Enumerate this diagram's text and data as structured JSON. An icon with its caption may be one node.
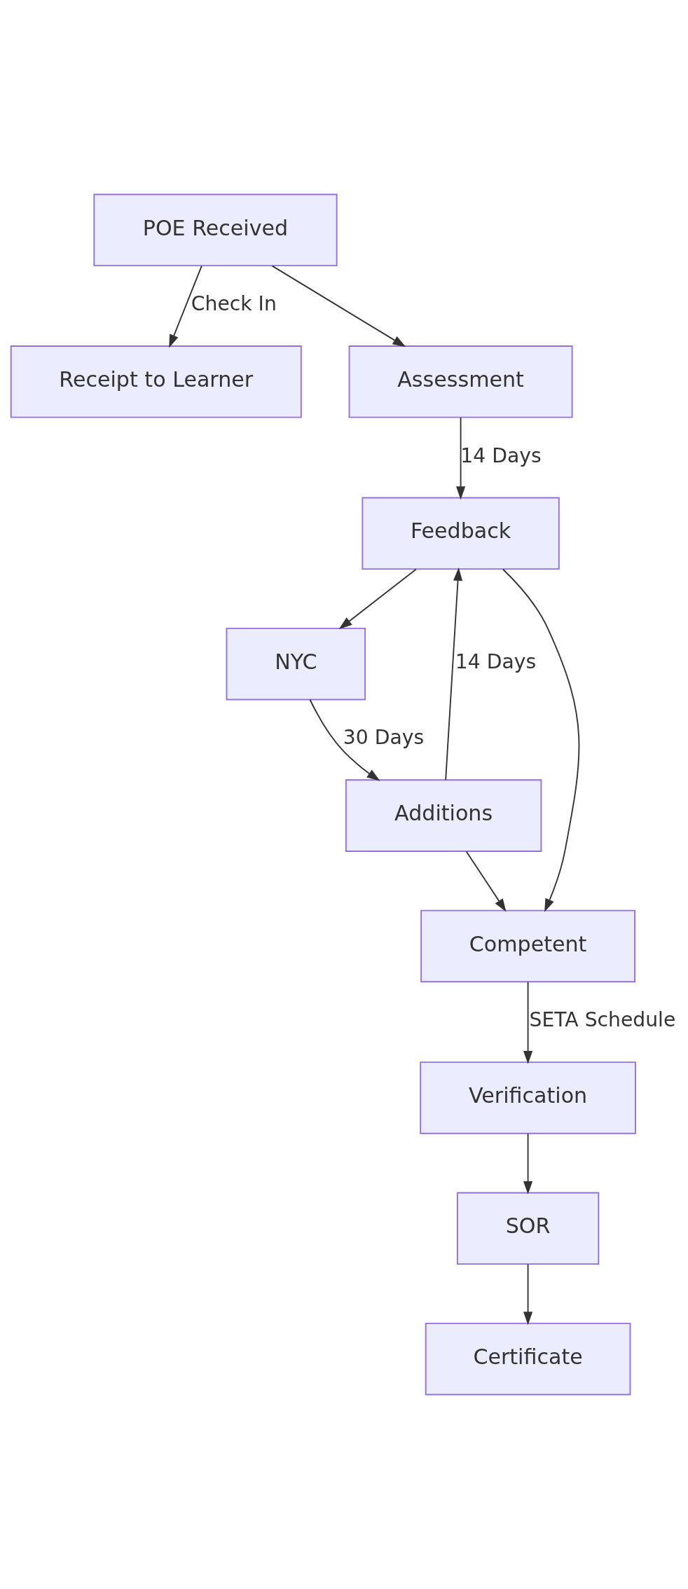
{
  "diagram": {
    "nodes": [
      {
        "text": [
          "POE Received"
        ]
      },
      {
        "text": [
          "Receipt to Learner"
        ]
      },
      {
        "text": [
          "Assessment"
        ]
      },
      {
        "text": [
          "Feedback"
        ]
      },
      {
        "text": [
          "NYC"
        ]
      },
      {
        "text": [
          "Additions"
        ]
      },
      {
        "text": [
          "Competent"
        ]
      },
      {
        "text": [
          "Verification"
        ]
      },
      {
        "text": [
          "SOR"
        ]
      },
      {
        "text": [
          "Certificate"
        ]
      }
    ],
    "edges": [
      {
        "from": 0,
        "to": 1,
        "arrow": "to",
        "label": "Check In"
      },
      {
        "from": 0,
        "to": 2,
        "arrow": "to"
      },
      {
        "from": 2,
        "to": 3,
        "arrow": "to",
        "label": "14 Days"
      },
      {
        "from": 3,
        "to": 4,
        "arrow": "to"
      },
      {
        "from": 3,
        "to": 6,
        "arrow": "to"
      },
      {
        "from": 4,
        "to": 5,
        "arrow": "to",
        "label": "30 Days"
      },
      {
        "from": 5,
        "to": 3,
        "arrow": "to",
        "label": "14 Days"
      },
      {
        "from": 5,
        "to": 6,
        "arrow": "to"
      },
      {
        "from": 6,
        "to": 7,
        "arrow": "to",
        "label": "SETA Schedule"
      },
      {
        "from": 7,
        "to": 8,
        "arrow": "to"
      },
      {
        "from": 8,
        "to": 9,
        "arrow": "to"
      }
    ]
  }
}
